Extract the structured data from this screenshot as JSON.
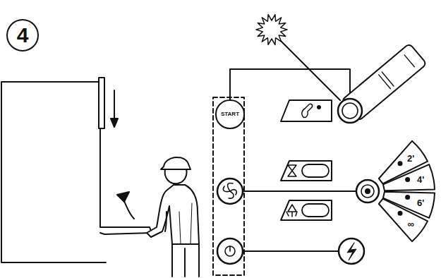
{
  "diagram": {
    "nodes": [
      {
        "text": [
          "4"
        ]
      },
      {
        "text": [
          "START"
        ]
      }
    ],
    "labels": [
      "2'",
      "4'",
      "6'",
      "∞"
    ]
  }
}
